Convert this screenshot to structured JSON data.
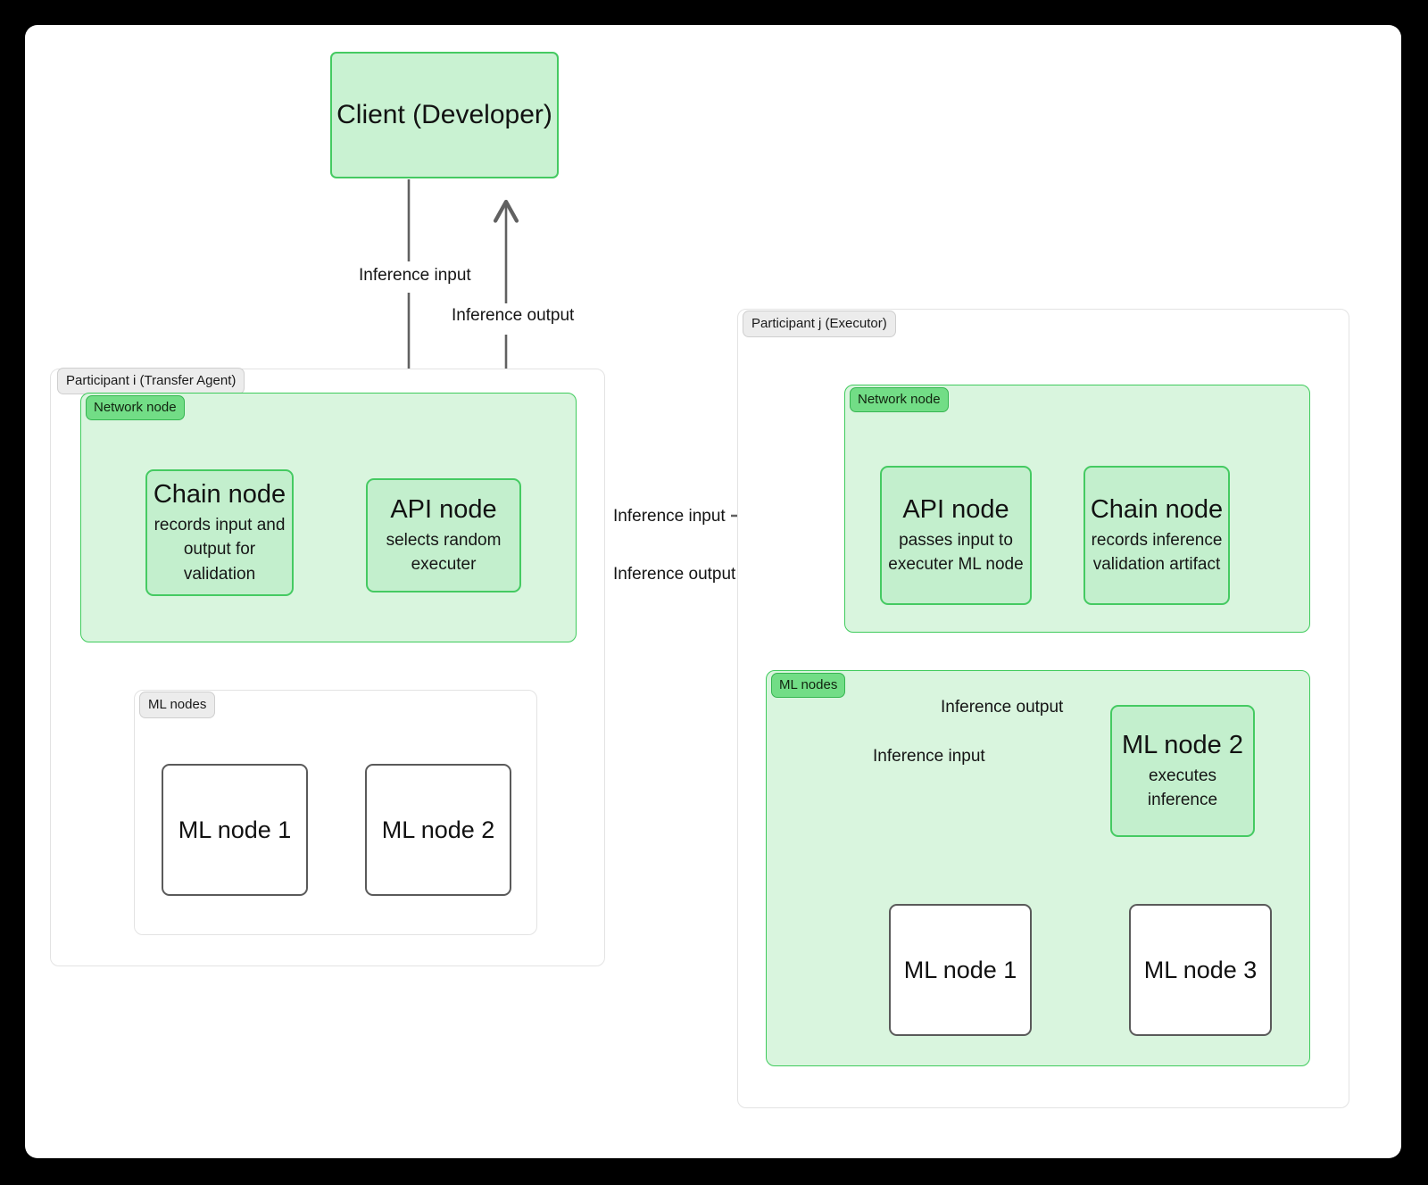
{
  "diagram": {
    "client": {
      "label": "Client (Developer)"
    },
    "client_edges": {
      "input_label": "Inference input",
      "output_label": "Inference output"
    },
    "cross_edges": {
      "input_label": "Inference input",
      "output_label": "Inference output"
    },
    "participant_i": {
      "badge": "Participant i (Transfer Agent)",
      "network_group": {
        "badge": "Network node"
      },
      "chain_node": {
        "title": "Chain node",
        "sub": "records input and output for validation"
      },
      "api_node": {
        "title": "API node",
        "sub": "selects random executer"
      },
      "ml_group": {
        "badge": "ML nodes"
      },
      "ml_nodes": [
        {
          "label": "ML node 1"
        },
        {
          "label": "ML node 2"
        }
      ]
    },
    "participant_j": {
      "badge": "Participant j (Executor)",
      "network_group": {
        "badge": "Network node"
      },
      "api_node": {
        "title": "API node",
        "sub": "passes input to executer ML node"
      },
      "chain_node": {
        "title": "Chain node",
        "sub": "records inference validation artifact"
      },
      "ml_group": {
        "badge": "ML nodes"
      },
      "executor_node": {
        "title": "ML node 2",
        "sub": "executes inference"
      },
      "ml_edges": {
        "input_label": "Inference input",
        "output_label": "Inference output"
      },
      "ml_nodes": [
        {
          "label": "ML node 1"
        },
        {
          "label": "ML node 3"
        }
      ]
    },
    "colors": {
      "page_background": "#000000",
      "canvas": "#ffffff",
      "green_border": "#3fcb5c",
      "green_group_fill": "#d9f5de",
      "node_fill": "#c3efcd",
      "badge_green_fill": "#72dd86",
      "badge_gray_fill": "#ececec",
      "arrow_gray": "#616161",
      "arrow_green": "#4cc365"
    }
  }
}
